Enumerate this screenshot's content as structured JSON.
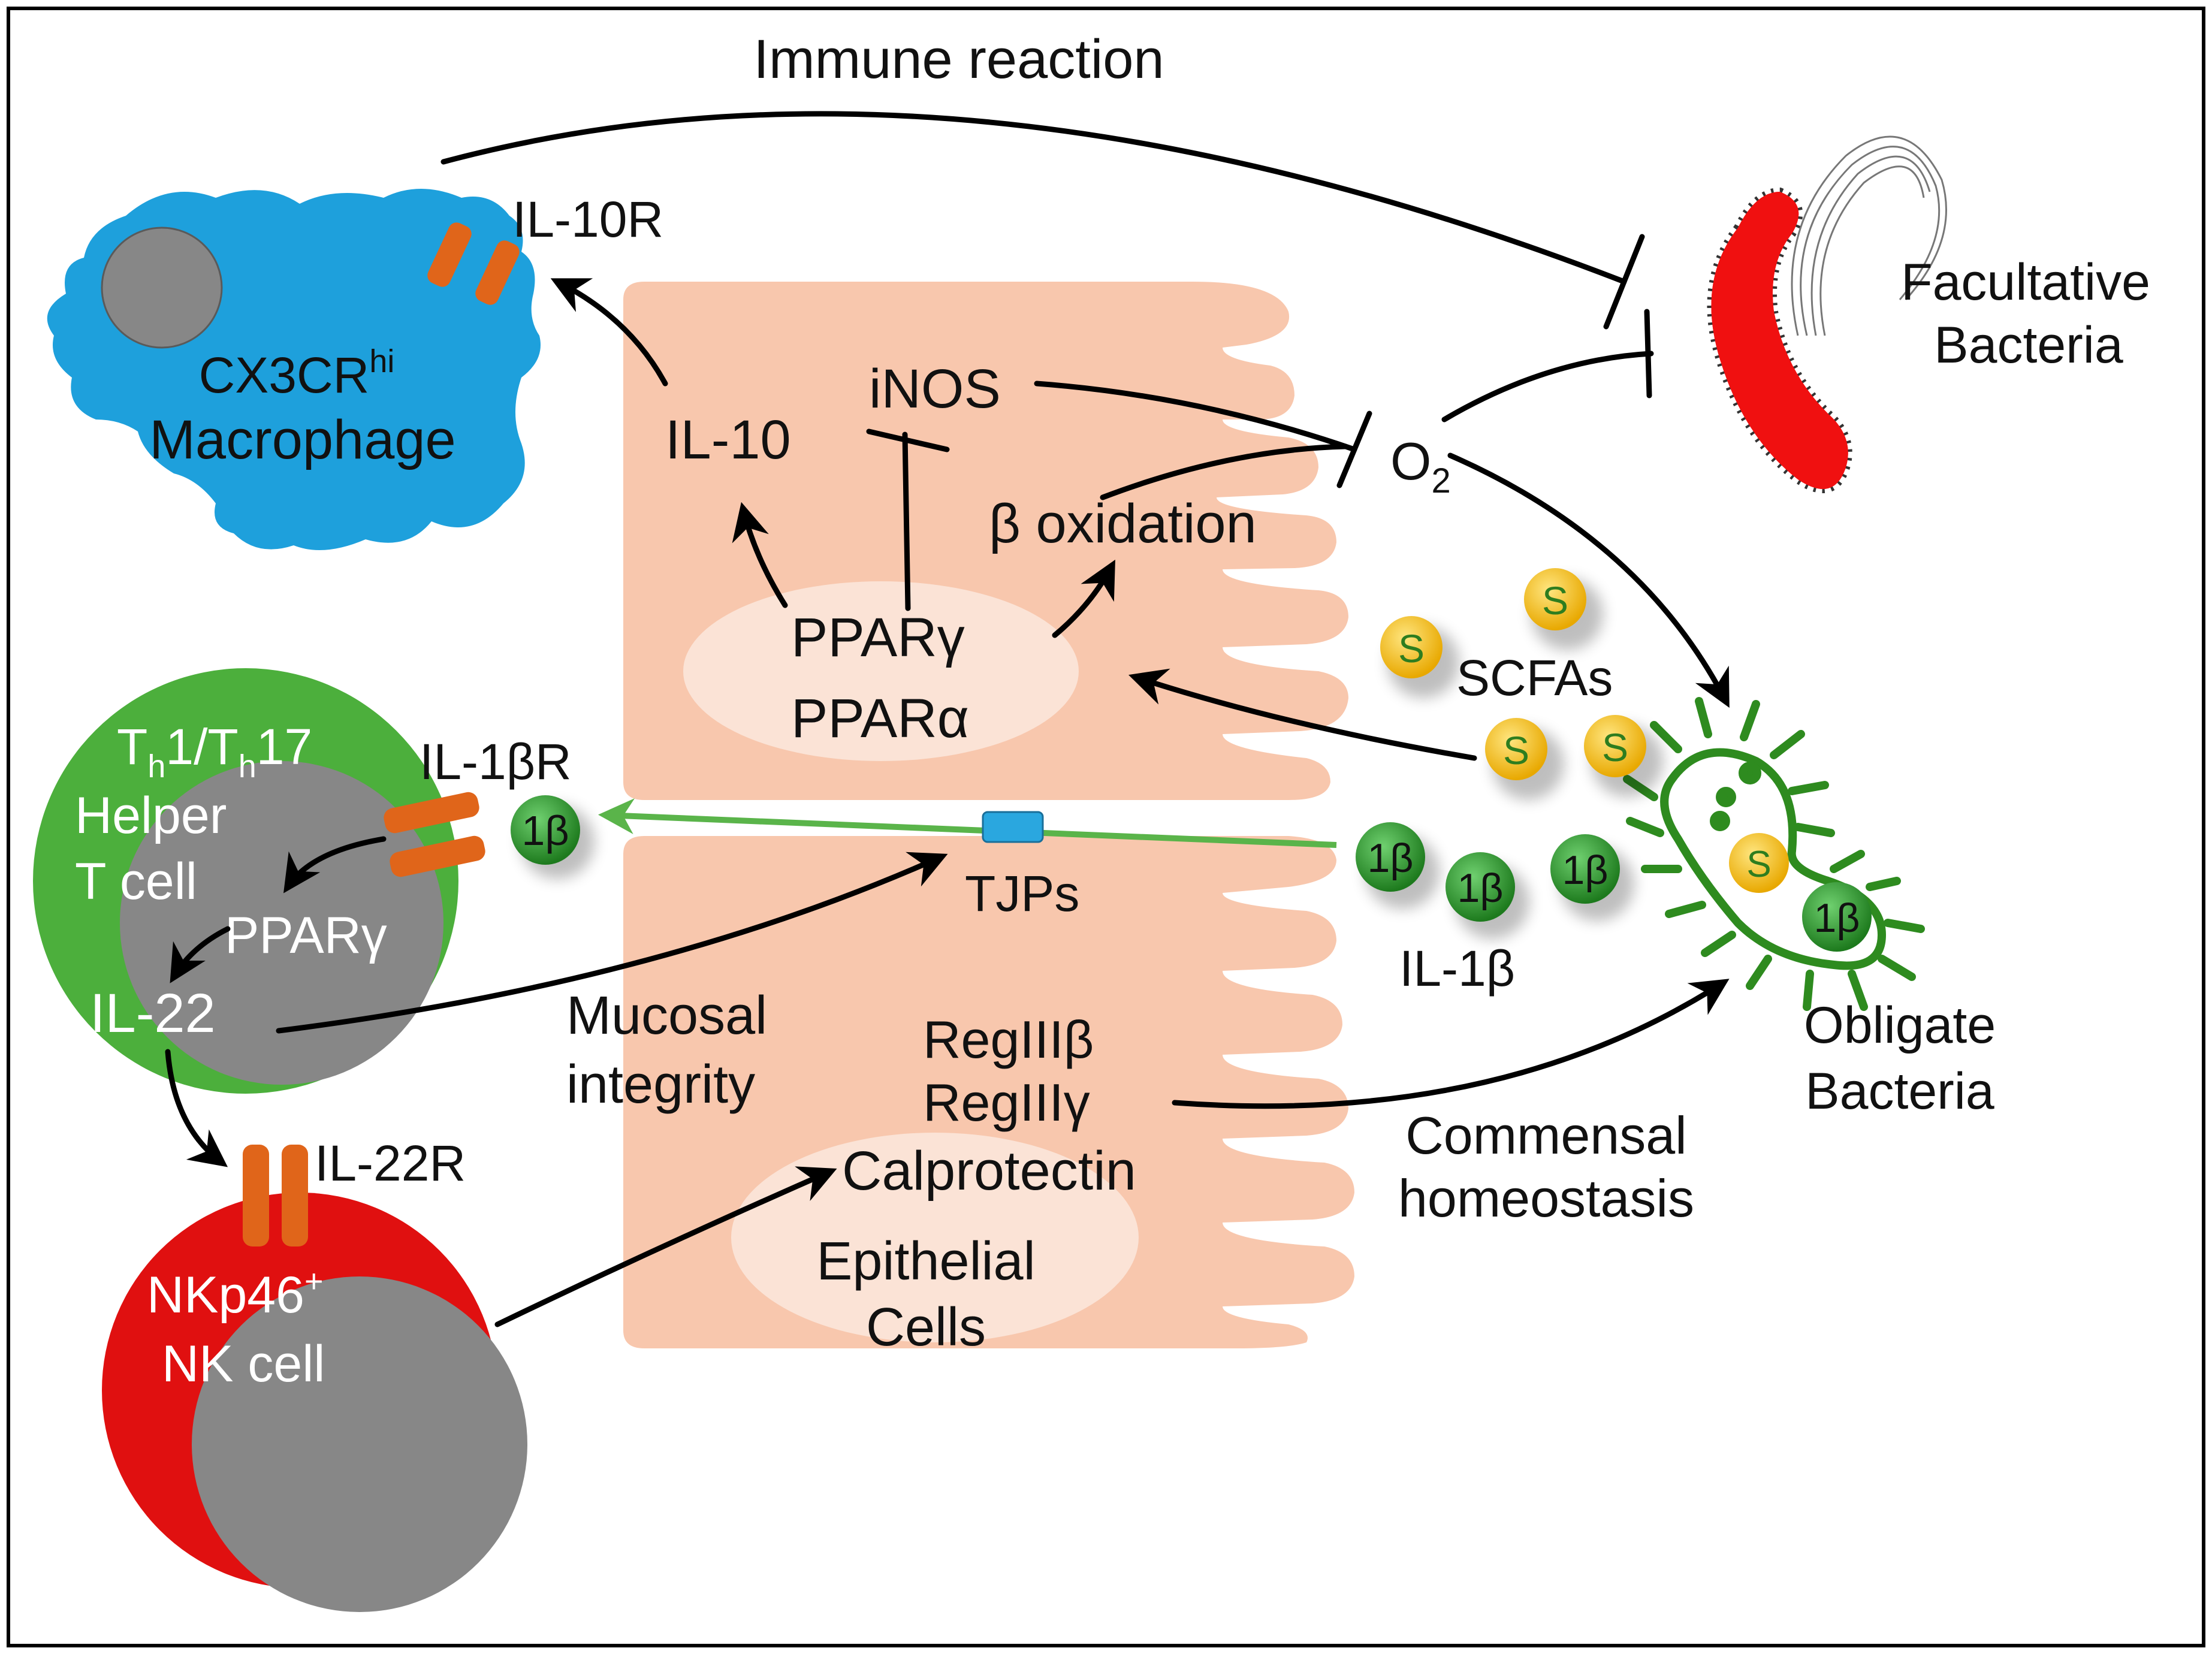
{
  "title": "Immune reaction",
  "labels": {
    "il10r": "IL-10R",
    "macrophage_line1": "CX3CR",
    "macrophage_sup": "hi",
    "macrophage_line2": "Macrophage",
    "il10": "IL-10",
    "inos": "iNOS",
    "beta_oxidation": "β oxidation",
    "o2_main": "O",
    "o2_sub": "2",
    "facultative_line1": "Facultative",
    "facultative_line2": "Bacteria",
    "pparg": "PPARγ",
    "ppara": "PPARα",
    "scfas": "SCFAs",
    "s": "S",
    "th_T1": "T",
    "th_h1": "h",
    "th_mid": "1/T",
    "th_h2": "h",
    "th_end": "17",
    "helper": "Helper",
    "tcell": "T cell",
    "il1br": "IL-1βR",
    "onebeta": "1β",
    "tcell_pparg": "PPARγ",
    "il22": "IL-22",
    "tjps": "TJPs",
    "il1b": "IL-1β",
    "obligate_line1": "Obligate",
    "obligate_line2": "Bacteria",
    "mucosal_line1": "Mucosal",
    "mucosal_line2": "integrity",
    "reg3b": "RegIIIβ",
    "reg3g": "RegIIIγ",
    "calprotectin": "Calprotectin",
    "commensal_line1": "Commensal",
    "commensal_line2": "homeostasis",
    "il22r": "IL-22R",
    "nk_line1": "NKp46",
    "nk_sup": "+",
    "nk_line2": "NK cell",
    "epithelial_line1": "Epithelial",
    "epithelial_line2": "Cells"
  },
  "colors": {
    "macrophage": "#1ea0dc",
    "tcell": "#4caf3c",
    "nkcell": "#e01010",
    "nucleus": "#878787",
    "epithelium": "#f8c7ad",
    "nucleus_light": "#fbe3d6",
    "receptor": "#e0651a",
    "scfa": "#f5c518",
    "il1b": "#2f9a2f",
    "bacteria_red": "#f01010",
    "bacteria_green": "#2e8b1f",
    "tjp": "#2aa7df",
    "green_arrow": "#5ab44a"
  }
}
